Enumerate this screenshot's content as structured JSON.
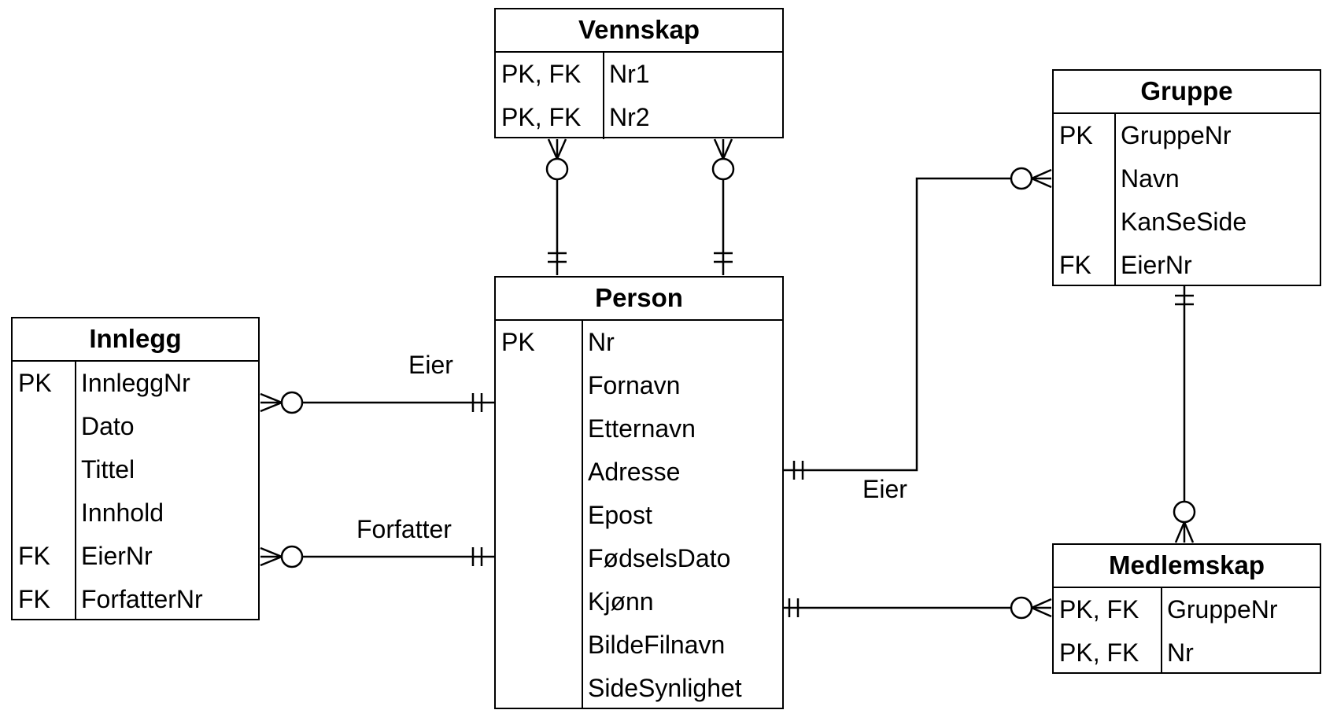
{
  "entities": {
    "vennskap": {
      "title": "Vennskap",
      "rows": [
        {
          "key": "PK, FK",
          "name": "Nr1"
        },
        {
          "key": "PK, FK",
          "name": "Nr2"
        }
      ]
    },
    "person": {
      "title": "Person",
      "rows": [
        {
          "key": "PK",
          "name": "Nr"
        },
        {
          "key": "",
          "name": "Fornavn"
        },
        {
          "key": "",
          "name": "Etternavn"
        },
        {
          "key": "",
          "name": "Adresse"
        },
        {
          "key": "",
          "name": "Epost"
        },
        {
          "key": "",
          "name": "FødselsDato"
        },
        {
          "key": "",
          "name": "Kjønn"
        },
        {
          "key": "",
          "name": "BildeFilnavn"
        },
        {
          "key": "",
          "name": "SideSynlighet"
        }
      ]
    },
    "innlegg": {
      "title": "Innlegg",
      "rows": [
        {
          "key": "PK",
          "name": "InnleggNr"
        },
        {
          "key": "",
          "name": "Dato"
        },
        {
          "key": "",
          "name": "Tittel"
        },
        {
          "key": "",
          "name": "Innhold"
        },
        {
          "key": "FK",
          "name": "EierNr"
        },
        {
          "key": "FK",
          "name": "ForfatterNr"
        }
      ]
    },
    "gruppe": {
      "title": "Gruppe",
      "rows": [
        {
          "key": "PK",
          "name": "GruppeNr"
        },
        {
          "key": "",
          "name": "Navn"
        },
        {
          "key": "",
          "name": "KanSeSide"
        },
        {
          "key": "FK",
          "name": "EierNr"
        }
      ]
    },
    "medlemskap": {
      "title": "Medlemskap",
      "rows": [
        {
          "key": "PK, FK",
          "name": "GruppeNr"
        },
        {
          "key": "PK, FK",
          "name": "Nr"
        }
      ]
    }
  },
  "relationships": {
    "innlegg_eier": {
      "label": "Eier"
    },
    "innlegg_forfatter": {
      "label": "Forfatter"
    },
    "gruppe_eier": {
      "label": "Eier"
    }
  }
}
